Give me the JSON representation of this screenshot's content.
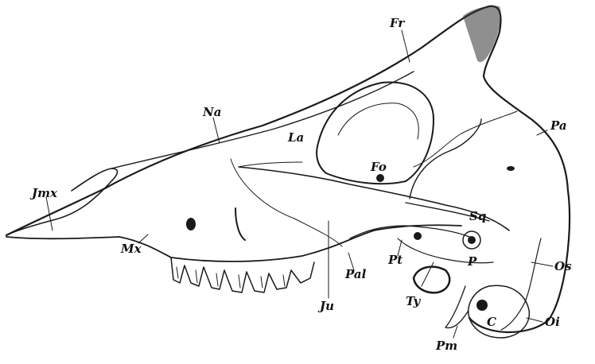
{
  "figure": {
    "labels": {
      "fr": "Fr",
      "na": "Na",
      "la": "La",
      "fo": "Fo",
      "pa": "Pa",
      "jmx": "Jmx",
      "mx": "Mx",
      "sq": "Sq",
      "pal": "Pal",
      "pt": "Pt",
      "p": "P",
      "os": "Os",
      "ju": "Ju",
      "ty": "Ty",
      "oi": "Oi",
      "c": "C",
      "pm": "Pm"
    },
    "colors": {
      "ink": "#1a1a1a",
      "paper": "#ffffff"
    }
  }
}
